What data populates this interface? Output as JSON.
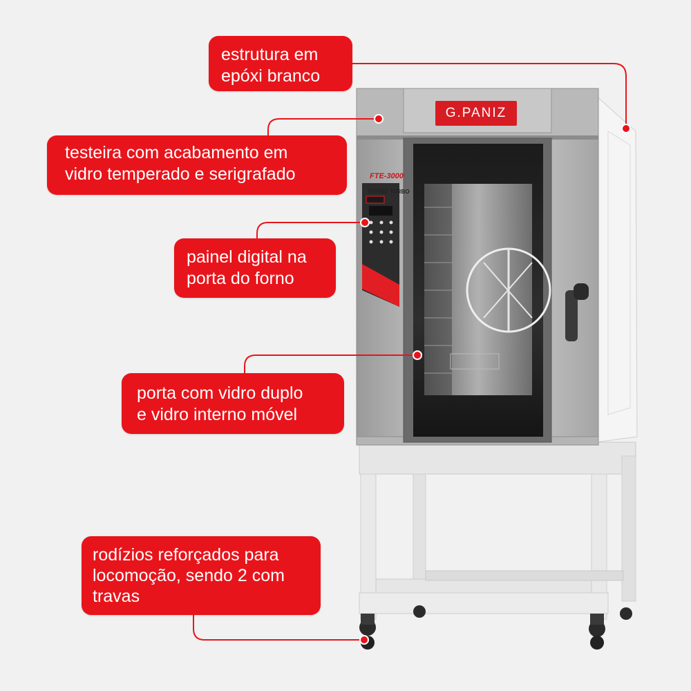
{
  "colors": {
    "background": "#f1f1f1",
    "callout": "#e8141b",
    "callout_text": "#ffffff",
    "connector": "#e8141b"
  },
  "product": {
    "brand": "G.PANIZ",
    "model": "FTE-3000",
    "panel_label": "FORNO TURBO"
  },
  "callouts": [
    {
      "lines": [
        "estrutura  em",
        "epóxi branco"
      ]
    },
    {
      "lines": [
        "testeira  com  acabamento  em",
        "vidro temperado e serigrafado"
      ]
    },
    {
      "lines": [
        "painel digital na",
        "porta do forno"
      ]
    },
    {
      "lines": [
        "porta com vidro duplo",
        "e vidro interno móvel"
      ]
    },
    {
      "lines": [
        "rodízios  reforçados  para",
        "locomoção, sendo 2 com",
        "travas"
      ]
    }
  ]
}
